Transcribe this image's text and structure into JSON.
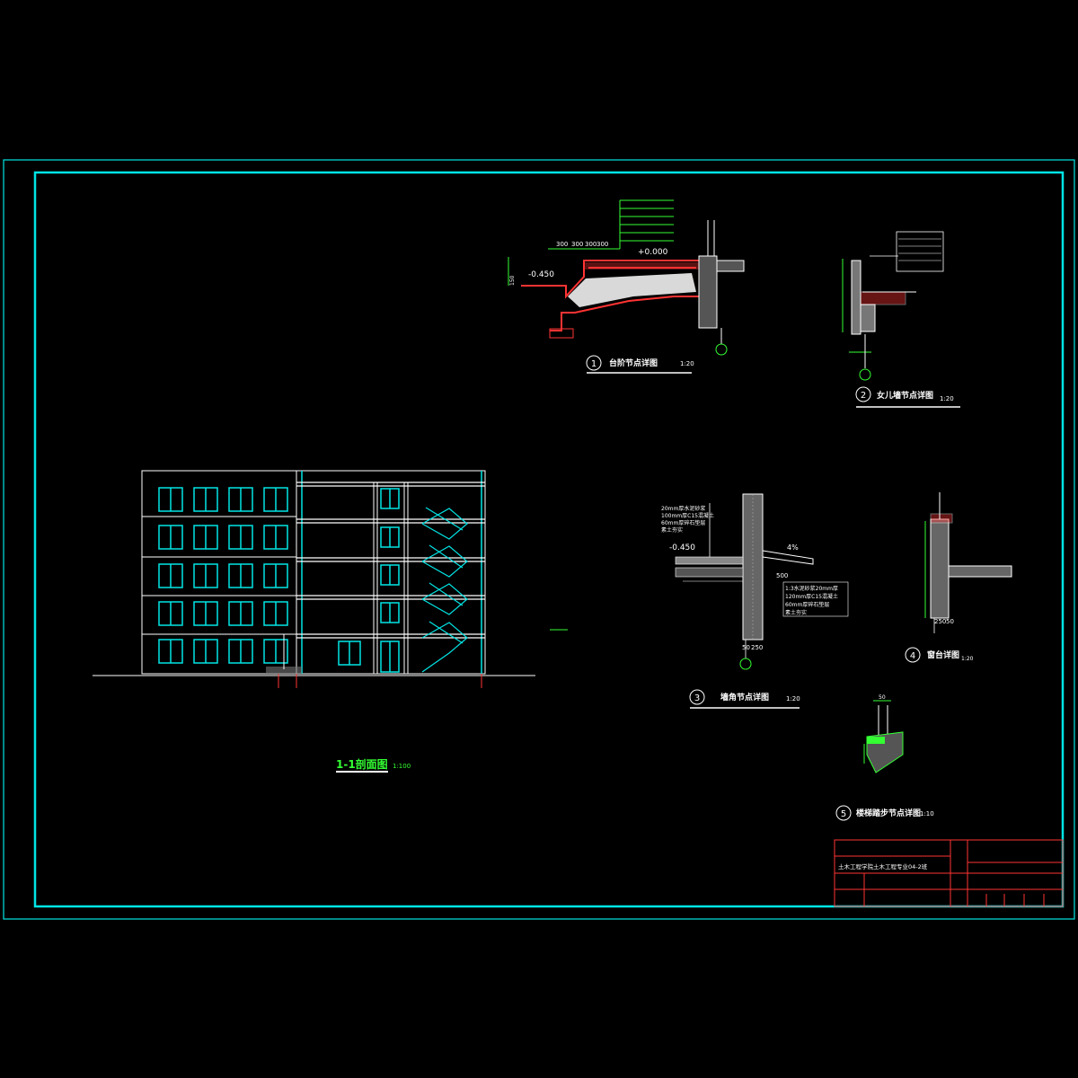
{
  "colors": {
    "background": "#000000",
    "frame": "#00e5e5",
    "wall": "#ff3333",
    "dimension": "#33ff33",
    "text": "#ffffff",
    "structure": "#00e5e5"
  },
  "section": {
    "title": "1-1剖面图",
    "scale": "1:100"
  },
  "details": {
    "d1": {
      "num": "1",
      "title": "台阶节点详图",
      "scale": "1:20",
      "elev_top": "+0.000",
      "elev_low": "-0.450",
      "dims": [
        "300",
        "300",
        "300",
        "300"
      ],
      "height_dim": "150"
    },
    "d2": {
      "num": "2",
      "title": "女儿墙节点详图",
      "scale": "1:20"
    },
    "d3": {
      "num": "3",
      "title": "墙角节点详图",
      "scale": "1:20",
      "elev": "-0.450",
      "slope": "4%",
      "width_dim": "500",
      "wall_dims": [
        "50",
        "250"
      ],
      "notes_left": [
        "20mm厚水泥砂浆",
        "100mm厚C15混凝土",
        "60mm厚碎石垫层",
        "素土夯实"
      ],
      "notes_right": [
        "1:3水泥砂浆20mm厚",
        "120mm厚C15混凝土",
        "60mm厚碎石垫层",
        "素土夯实"
      ]
    },
    "d4": {
      "num": "4",
      "title": "窗台详图",
      "scale": "1:20",
      "dims": [
        "250",
        "50"
      ]
    },
    "d5": {
      "num": "5",
      "title": "楼梯踏步节点详图",
      "scale": "1:10",
      "dim": "50"
    }
  },
  "title_block": {
    "project": "土木工程学院土木工程专业04-2班"
  }
}
